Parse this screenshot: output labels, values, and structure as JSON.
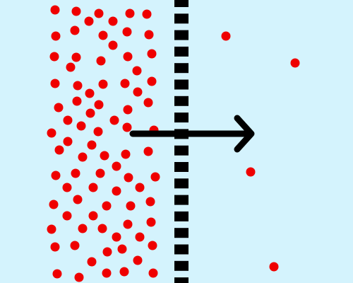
{
  "colors": {
    "background": "#d4f3fd",
    "particle": "#ef0000",
    "membrane": "#000000",
    "arrow": "#000000"
  },
  "diagram": {
    "type": "diffusion-across-membrane",
    "direction": "left-to-right",
    "membrane": {
      "style": "dashed"
    },
    "high_concentration_side": {
      "particle_count": 83
    },
    "low_concentration_side": {
      "particle_count": 4
    },
    "arrow": {
      "icon": "right-arrow-icon"
    }
  }
}
